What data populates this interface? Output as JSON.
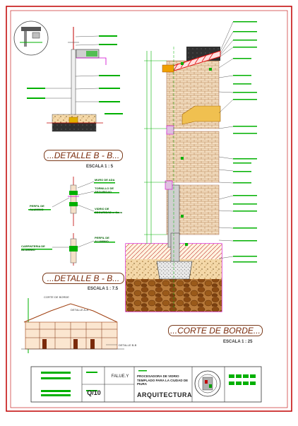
{
  "details": {
    "detail_bb_1_title": "...DETALLE B - B...",
    "detail_bb_1_scale": "ESCALA 1 : 5",
    "detail_bb_2_title": "...DETALLE B - B...",
    "detail_bb_2_scale": "ESCALA 1 : 7.5",
    "section_title": "...CORTE DE BORDE...",
    "section_scale": "ESCALA 1 : 25"
  },
  "labels": {
    "muro_de": "MURO DE ADA",
    "tornillo": "TORNILLO DE SEGURIDAD",
    "perfil_aluminio_left": "PERFIL DE ALUMINIO",
    "vidrio_seguridad": "VIDRIO DE SEGURIDAD e=6mm",
    "perfil_aluminio_right": "PERFIL DE ALUMINIO",
    "carpinteria": "CARPINTERIA DE ALUMINIO",
    "corte_de_borde": "CORTE DE BORDE",
    "detalle_a": "DETALLE A-A",
    "detalle_b": "DETALLE B-B"
  },
  "title_block": {
    "code": "FALUE.Y",
    "sheet": "Q/10",
    "project": "PROCESADORA DE VIDRIO TEMPLADO PARA LA CIUDAD DE PIURA",
    "discipline": "ARQUITECTURA"
  },
  "colors": {
    "border": "#c00000",
    "magenta": "#d000d0",
    "green": "#00b000",
    "brick": "#c08040",
    "truss": "#e01010"
  }
}
